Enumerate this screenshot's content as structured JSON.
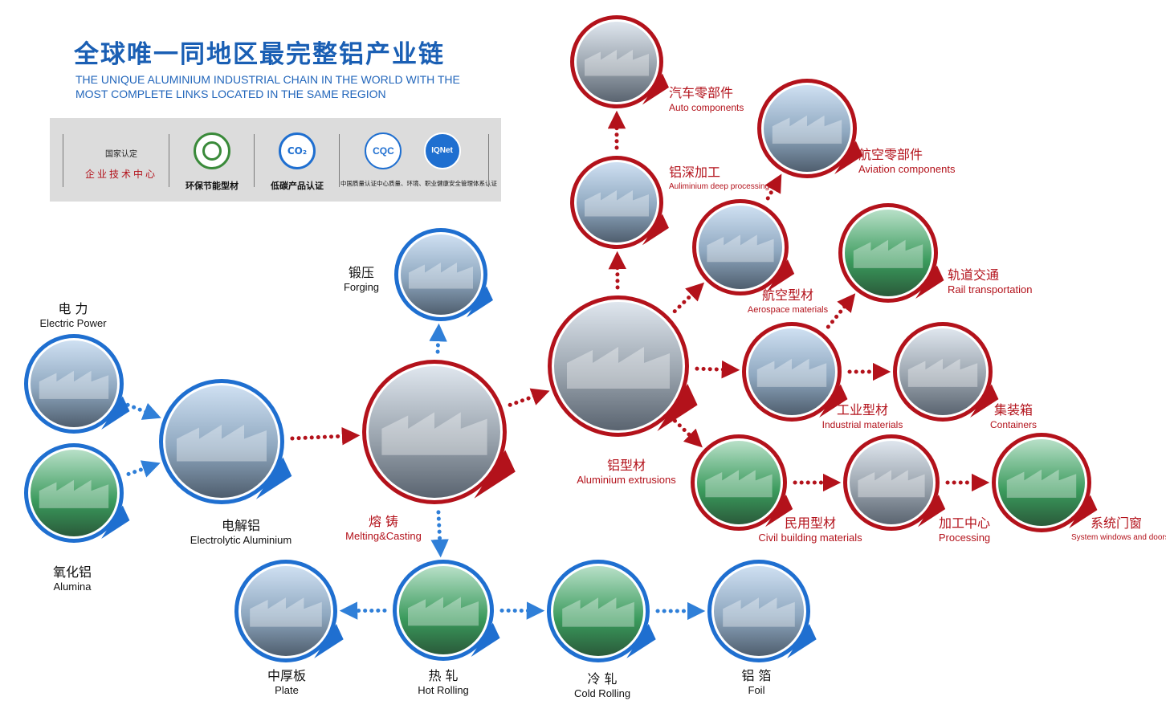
{
  "header": {
    "title": "全球唯一同地区最完整铝产业链",
    "subtitle_line1": "THE UNIQUE ALUMINIUM INDUSTRIAL CHAIN IN THE WORLD WITH THE",
    "subtitle_line2": "MOST COMPLETE LINKS LOCATED IN THE SAME REGION"
  },
  "certifications": {
    "national": {
      "top": "国家认定",
      "bottom": "企业技术中心"
    },
    "energy": {
      "label": "环保节能型材"
    },
    "carbon": {
      "label": "低碳产品认证",
      "logo_text": "CO₂"
    },
    "quality": {
      "label": "中国质量认证中心质量、环境、职业健康安全管理体系认证",
      "logo1_text": "CQC",
      "logo2_text": "IQNet"
    }
  },
  "colors": {
    "blue": "#1f6fd0",
    "red": "#b3121b",
    "panel": "#dcdcdc"
  },
  "nodes": {
    "electric_power": {
      "zh": "电 力",
      "en": "Electric Power",
      "theme": "blue"
    },
    "alumina": {
      "zh": "氧化铝",
      "en": "Alumina",
      "theme": "blue"
    },
    "electrolytic": {
      "zh": "电解铝",
      "en": "Electrolytic Aluminium",
      "theme": "blue"
    },
    "forging": {
      "zh": "锻压",
      "en": "Forging",
      "theme": "blue"
    },
    "melting": {
      "zh": "熔 铸",
      "en": "Melting&Casting",
      "theme": "red"
    },
    "plate": {
      "zh": "中厚板",
      "en": "Plate",
      "theme": "blue"
    },
    "hot_rolling": {
      "zh": "热 轧",
      "en": "Hot Rolling",
      "theme": "blue"
    },
    "cold_rolling": {
      "zh": "冷 轧",
      "en": "Cold Rolling",
      "theme": "blue"
    },
    "foil": {
      "zh": "铝 箔",
      "en": "Foil",
      "theme": "blue"
    },
    "extrusions": {
      "zh": "铝型材",
      "en": "Aluminium extrusions",
      "theme": "red"
    },
    "deep_processing": {
      "zh": "铝深加工",
      "en": "Auliminium deep processing",
      "theme": "red"
    },
    "auto": {
      "zh": "汽车零部件",
      "en": "Auto components",
      "theme": "red"
    },
    "aerospace": {
      "zh": "航空型材",
      "en": "Aerospace materials",
      "theme": "red"
    },
    "aviation": {
      "zh": "航空零部件",
      "en": "Aviation components",
      "theme": "red"
    },
    "rail": {
      "zh": "轨道交通",
      "en": "Rail transportation",
      "theme": "red"
    },
    "industrial": {
      "zh": "工业型材",
      "en": "Industrial  materials",
      "theme": "red"
    },
    "containers": {
      "zh": "集装箱",
      "en": "Containers",
      "theme": "red"
    },
    "civil": {
      "zh": "民用型材",
      "en": "Civil building materials",
      "theme": "red"
    },
    "processing": {
      "zh": "加工中心",
      "en": "Processing",
      "theme": "red"
    },
    "windows": {
      "zh": "系统门窗",
      "en": "System windows and doors",
      "theme": "red"
    }
  },
  "edges": [
    [
      "electric_power",
      "electrolytic"
    ],
    [
      "alumina",
      "electrolytic"
    ],
    [
      "electrolytic",
      "melting"
    ],
    [
      "melting",
      "forging"
    ],
    [
      "melting",
      "hot_rolling"
    ],
    [
      "melting",
      "extrusions"
    ],
    [
      "hot_rolling",
      "plate"
    ],
    [
      "hot_rolling",
      "cold_rolling"
    ],
    [
      "cold_rolling",
      "foil"
    ],
    [
      "extrusions",
      "deep_processing"
    ],
    [
      "deep_processing",
      "auto"
    ],
    [
      "extrusions",
      "aerospace"
    ],
    [
      "aerospace",
      "aviation"
    ],
    [
      "extrusions",
      "industrial"
    ],
    [
      "industrial",
      "rail"
    ],
    [
      "industrial",
      "containers"
    ],
    [
      "extrusions",
      "civil"
    ],
    [
      "civil",
      "processing"
    ],
    [
      "processing",
      "windows"
    ]
  ]
}
